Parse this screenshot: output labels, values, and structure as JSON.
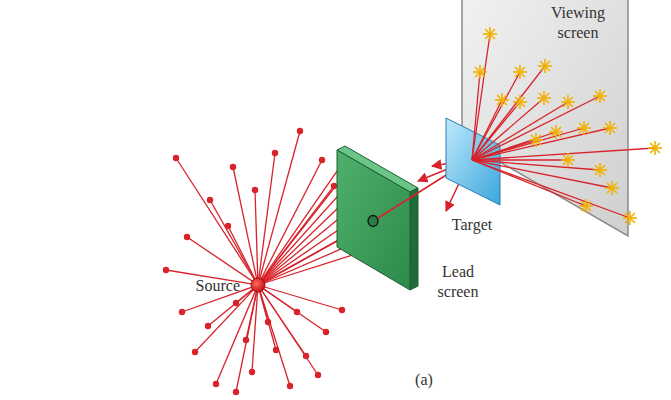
{
  "diagram": {
    "labels": [
      "Viewing screen",
      "Target",
      "Lead screen",
      "Source",
      "(a)"
    ]
  }
}
